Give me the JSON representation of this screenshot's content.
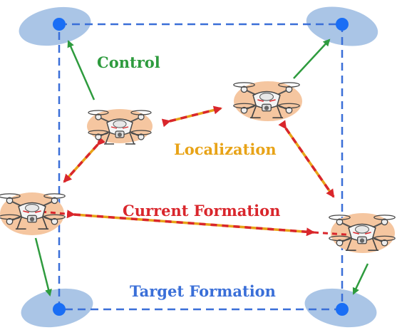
{
  "labels": {
    "control": "Control",
    "localization": "Localization",
    "current_formation": "Current Formation",
    "target_formation": "Target Formation"
  },
  "colors": {
    "control": "#2e9b3e",
    "localization": "#e8a317",
    "current_formation": "#d9262c",
    "target_formation": "#3a6fd8",
    "target_node": "#1a6ef5",
    "target_ellipse": "#aac5e6",
    "drone_shadow": "#f5c6a0",
    "drone_outline": "#444444"
  },
  "icons": {
    "drone": "quadcopter-drone-icon",
    "target_node": "target-point-icon"
  }
}
